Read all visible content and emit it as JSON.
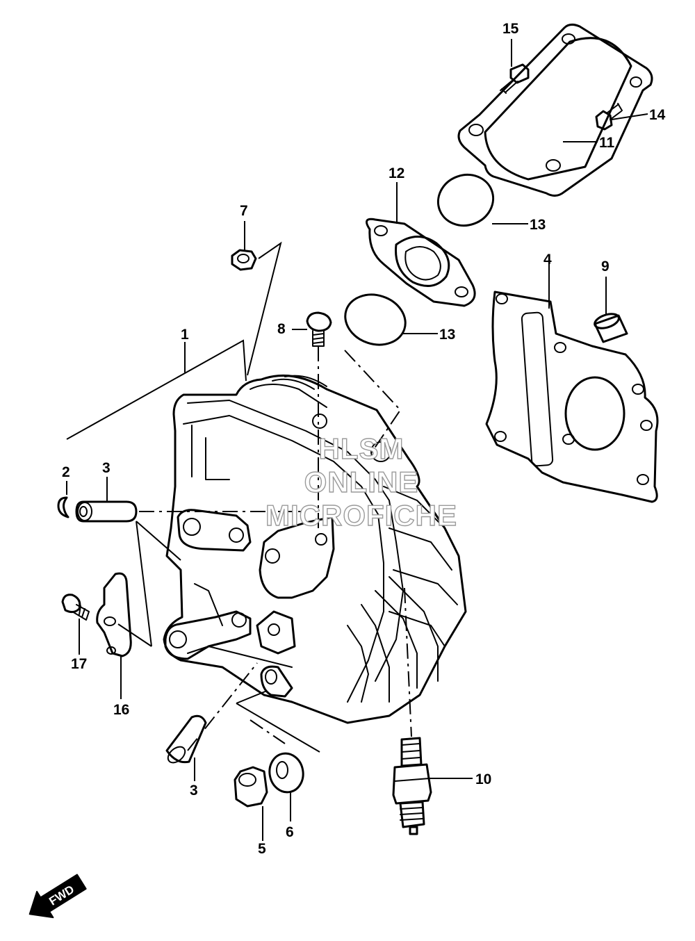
{
  "diagram": {
    "callouts": {
      "c1": "1",
      "c2": "2",
      "c3a": "3",
      "c3b": "3",
      "c4": "4",
      "c5": "5",
      "c6": "6",
      "c7": "7",
      "c8": "8",
      "c9": "9",
      "c10": "10",
      "c11": "11",
      "c12": "12",
      "c13a": "13",
      "c13b": "13",
      "c14": "14",
      "c15": "15",
      "c16": "16",
      "c17": "17"
    },
    "watermark": [
      "HLSM",
      "ONLINE",
      "MICROFICHE"
    ],
    "fwd_label": "FWD"
  }
}
